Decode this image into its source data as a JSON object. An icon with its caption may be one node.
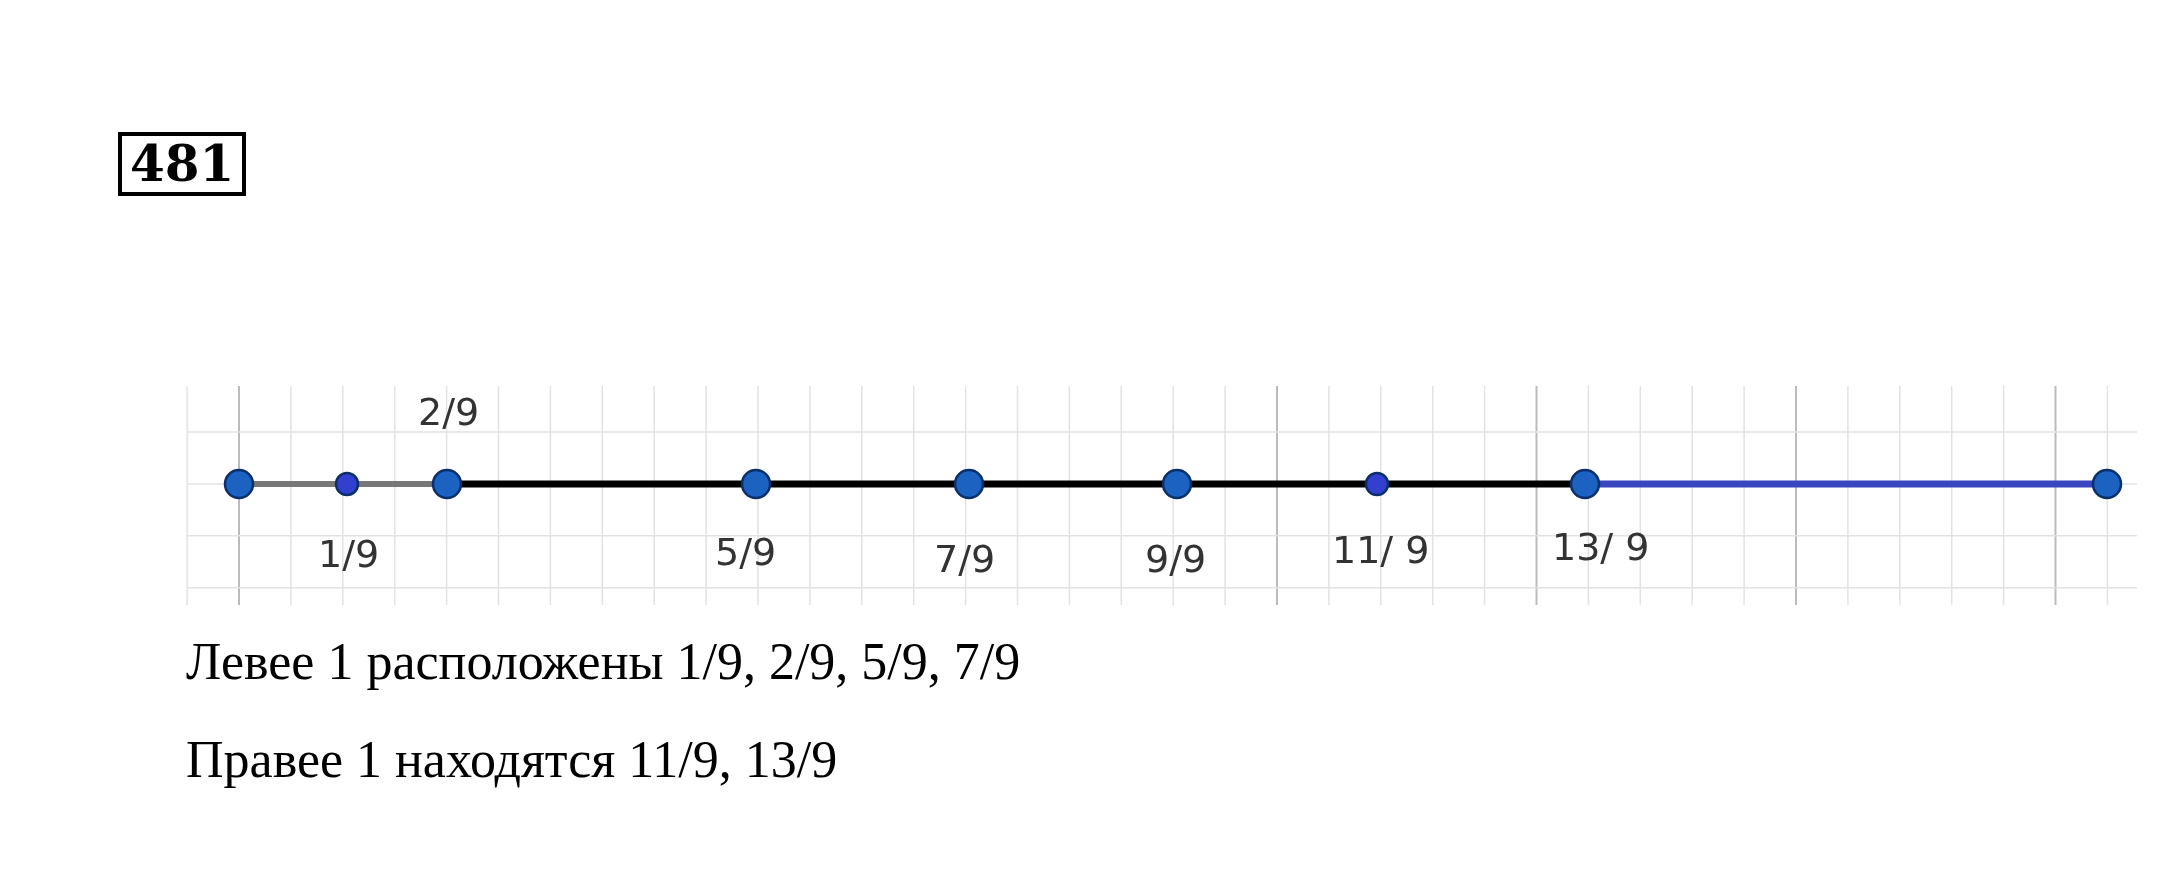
{
  "diagram": {
    "labels": [
      "481",
      "2/9",
      "1/9",
      "5/9",
      "7/9",
      "9/9",
      "11/ 9",
      "13/ 9",
      "Левее 1 расположены 1/9, 2/9, 5/9, 7/9",
      "Правее 1 находятся 11/9, 13/9"
    ]
  }
}
